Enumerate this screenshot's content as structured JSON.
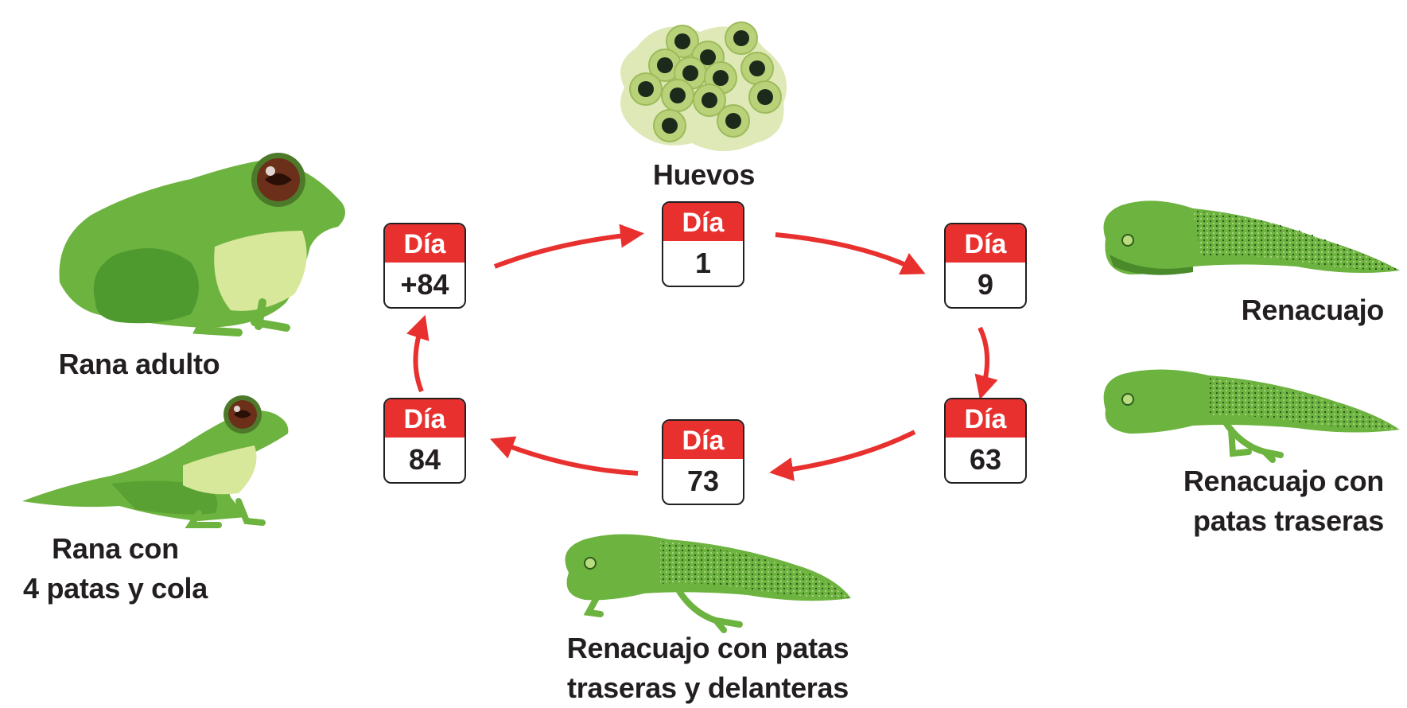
{
  "stages": {
    "eggs": "Huevos",
    "tadpole": "Renacuajo",
    "tadpole_hind_legs": [
      "Renacuajo con",
      "patas traseras"
    ],
    "tadpole_all_legs": [
      "Renacuajo con patas",
      "traseras y delanteras"
    ],
    "froglet": [
      "Rana con",
      "4 patas y cola"
    ],
    "adult": "Rana adulto"
  },
  "calendar_label": "Día",
  "days": {
    "eggs": "1",
    "tadpole": "9",
    "tadpole_hind_legs": "63",
    "tadpole_all_legs": "73",
    "froglet": "84",
    "adult": "+84"
  },
  "icons": [
    "frog-eggs-icon",
    "tadpole-icon",
    "tadpole-hind-legs-icon",
    "tadpole-all-legs-icon",
    "froglet-icon",
    "adult-frog-icon",
    "cycle-arrow-icon"
  ],
  "colors": {
    "arrow": "#e8312f",
    "calendar_header": "#e8312f",
    "text": "#231f20",
    "frog_green": "#6db33f",
    "frog_light": "#d8e89a",
    "tadpole_dark": "#3f7d2a"
  }
}
